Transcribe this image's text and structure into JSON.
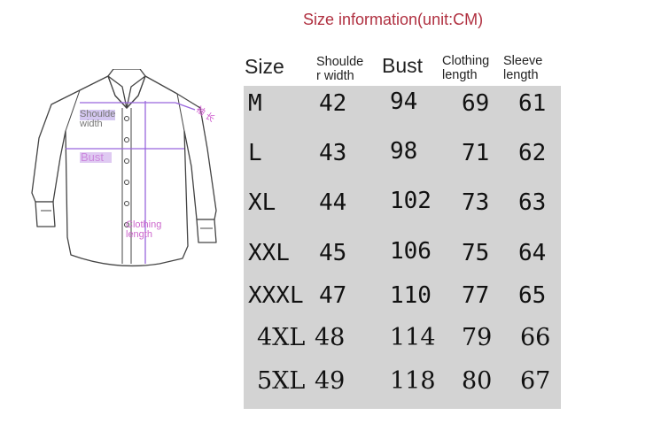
{
  "title": "Size information(unit:CM)",
  "diagram": {
    "shoulder_label_line1": "Shoulde",
    "shoulder_label_line2": "width",
    "bust_label": "Bust",
    "clothing_label_line1": "Clothing",
    "clothing_label_line2": "length",
    "sleeve_label": "袖 长"
  },
  "table": {
    "headers": {
      "size": "Size",
      "shoulder_line1": "Shoulde",
      "shoulder_line2": "r width",
      "bust": "Bust",
      "clothing_line1": "Clothing",
      "clothing_line2": "length",
      "sleeve_line1": "Sleeve",
      "sleeve_line2": "length"
    },
    "rows": [
      {
        "size": "M",
        "shoulder": "42",
        "bust": "94",
        "clothing": "69",
        "sleeve": "61"
      },
      {
        "size": "L",
        "shoulder": "43",
        "bust": "98",
        "clothing": "71",
        "sleeve": "62"
      },
      {
        "size": "XL",
        "shoulder": "44",
        "bust": "102",
        "clothing": "73",
        "sleeve": "63"
      },
      {
        "size": "XXL",
        "shoulder": "45",
        "bust": "106",
        "clothing": "75",
        "sleeve": "64"
      },
      {
        "size": "XXXL",
        "shoulder": "47",
        "bust": "110",
        "clothing": "77",
        "sleeve": "65"
      },
      {
        "size": "4XL",
        "shoulder": "48",
        "bust": "114",
        "clothing": "79",
        "sleeve": "66"
      },
      {
        "size": "5XL",
        "shoulder": "49",
        "bust": "118",
        "clothing": "80",
        "sleeve": "67"
      }
    ]
  },
  "colors": {
    "title": "#b03040",
    "table_bg": "#d3d3d3",
    "measure_purple": "#9966dd",
    "shirt_outline": "#444444"
  }
}
